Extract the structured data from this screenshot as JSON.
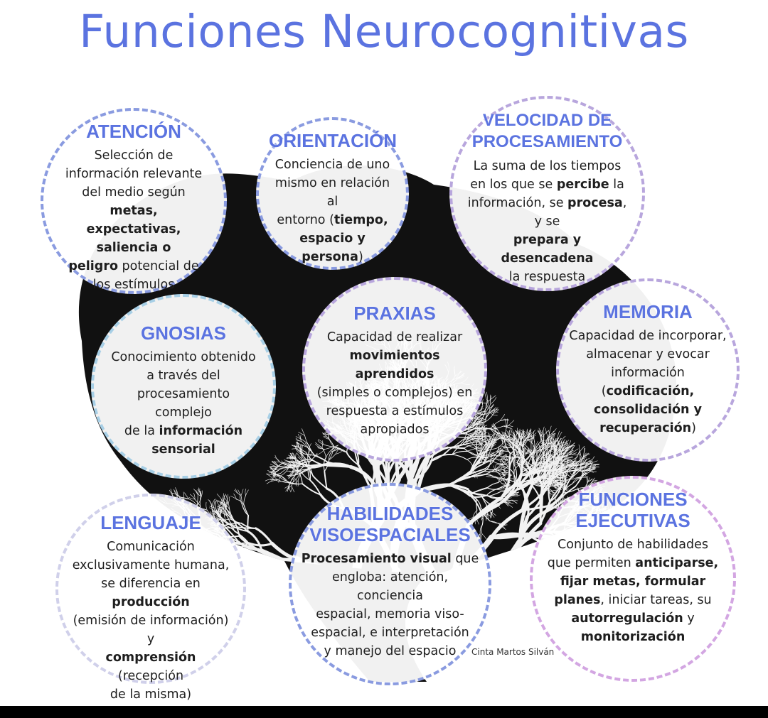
{
  "title": "Funciones Neurocognitivas",
  "colors": {
    "title": "#5b73e0",
    "dash_blue": "#8a9be0",
    "dash_purple": "#b8a6dd",
    "dash_pink": "#d3a6e2"
  },
  "circles": [
    {
      "title": "ATENCIÓN",
      "body": [
        [
          {
            "t": "Selección de"
          }
        ],
        [
          {
            "t": "información relevante"
          }
        ],
        [
          {
            "t": "del medio según "
          },
          {
            "t": "metas,",
            "b": true
          }
        ],
        [
          {
            "t": "expectativas, saliencia o",
            "b": true
          }
        ],
        [
          {
            "t": "peligro",
            "b": true
          },
          {
            "t": " potencial de"
          }
        ],
        [
          {
            "t": "los estímulos"
          }
        ]
      ]
    },
    {
      "title": "ORIENTACIÓN",
      "body": [
        [
          {
            "t": "Conciencia de uno"
          }
        ],
        [
          {
            "t": "mismo en relación al"
          }
        ],
        [
          {
            "t": "entorno ("
          },
          {
            "t": "tiempo,",
            "b": true
          }
        ],
        [
          {
            "t": "espacio y persona",
            "b": true
          },
          {
            "t": ")"
          }
        ]
      ]
    },
    {
      "title": "VELOCIDAD DE PROCESAMIENTO",
      "body": [
        [
          {
            "t": "La suma de los tiempos"
          }
        ],
        [
          {
            "t": "en los que se "
          },
          {
            "t": "percibe",
            "b": true
          },
          {
            "t": " la"
          }
        ],
        [
          {
            "t": "información, se "
          },
          {
            "t": "procesa",
            "b": true
          },
          {
            "t": ", y se"
          }
        ],
        [
          {
            "t": "prepara y desencadena",
            "b": true
          }
        ],
        [
          {
            "t": "la respuesta"
          }
        ]
      ]
    },
    {
      "title": "GNOSIAS",
      "body": [
        [
          {
            "t": "Conocimiento obtenido"
          }
        ],
        [
          {
            "t": "a través del"
          }
        ],
        [
          {
            "t": "procesamiento complejo"
          }
        ],
        [
          {
            "t": "de la "
          },
          {
            "t": "información",
            "b": true
          }
        ],
        [
          {
            "t": "sensorial",
            "b": true
          }
        ]
      ]
    },
    {
      "title": "PRAXIAS",
      "body": [
        [
          {
            "t": "Capacidad de realizar"
          }
        ],
        [
          {
            "t": "movimientos aprendidos",
            "b": true
          }
        ],
        [
          {
            "t": "(simples o complejos) en"
          }
        ],
        [
          {
            "t": "respuesta a estímulos"
          }
        ],
        [
          {
            "t": "apropiados"
          }
        ]
      ]
    },
    {
      "title": "MEMORIA",
      "body": [
        [
          {
            "t": "Capacidad de incorporar,"
          }
        ],
        [
          {
            "t": "almacenar y evocar"
          }
        ],
        [
          {
            "t": "información ("
          },
          {
            "t": "codificación,",
            "b": true
          }
        ],
        [
          {
            "t": "consolidación y",
            "b": true
          }
        ],
        [
          {
            "t": "recuperación",
            "b": true
          },
          {
            "t": ")"
          }
        ]
      ]
    },
    {
      "title": "LENGUAJE",
      "body": [
        [
          {
            "t": "Comunicación"
          }
        ],
        [
          {
            "t": "exclusivamente humana,"
          }
        ],
        [
          {
            "t": "se diferencia en "
          },
          {
            "t": "producción",
            "b": true
          }
        ],
        [
          {
            "t": "(emisión de información) y"
          }
        ],
        [
          {
            "t": "comprensión",
            "b": true
          },
          {
            "t": " (recepción"
          }
        ],
        [
          {
            "t": "de la misma)"
          }
        ]
      ]
    },
    {
      "title": "HABILIDADES VISOESPACIALES",
      "body": [
        [
          {
            "t": "Procesamiento visual",
            "b": true
          },
          {
            "t": " que"
          }
        ],
        [
          {
            "t": "engloba: atención, conciencia"
          }
        ],
        [
          {
            "t": "espacial, memoria viso-"
          }
        ],
        [
          {
            "t": "espacial, e interpretación"
          }
        ],
        [
          {
            "t": "y manejo del espacio"
          }
        ]
      ]
    },
    {
      "title": "FUNCIONES EJECUTIVAS",
      "body": [
        [
          {
            "t": "Conjunto de habilidades"
          }
        ],
        [
          {
            "t": "que permiten "
          },
          {
            "t": "anticiparse,",
            "b": true
          }
        ],
        [
          {
            "t": "fijar metas, formular",
            "b": true
          }
        ],
        [
          {
            "t": "planes",
            "b": true
          },
          {
            "t": ", iniciar tareas, su"
          }
        ],
        [
          {
            "t": "autorregulación",
            "b": true
          },
          {
            "t": " y"
          }
        ],
        [
          {
            "t": "monitorización",
            "b": true
          }
        ]
      ]
    }
  ],
  "credit": "Cinta Martos Silván"
}
